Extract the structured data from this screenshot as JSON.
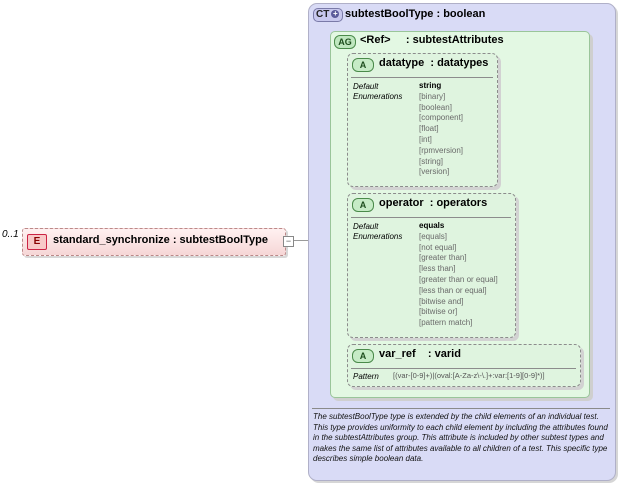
{
  "element": {
    "badge": "E",
    "name": "standard_synchronize : subtestBoolType",
    "occurrence": "0..1",
    "expander": "−"
  },
  "complex_type": {
    "badge": "CT",
    "title": "subtestBoolType : boolean"
  },
  "attribute_group": {
    "badge": "AG",
    "title": "<Ref>     : subtestAttributes"
  },
  "attributes": [
    {
      "badge": "A",
      "title": "datatype  : datatypes",
      "default_label": "Default",
      "default_value": "string",
      "enum_label": "Enumerations",
      "enumerations": [
        "[binary]",
        "[boolean]",
        "[component]",
        "[float]",
        "[int]",
        "[rpmversion]",
        "[string]",
        "[version]"
      ]
    },
    {
      "badge": "A",
      "title": "operator  : operators",
      "default_label": "Default",
      "default_value": "equals",
      "enum_label": "Enumerations",
      "enumerations": [
        "[equals]",
        "[not equal]",
        "[greater than]",
        "[less than]",
        "[greater than or equal]",
        "[less than or equal]",
        "[bitwise and]",
        "[bitwise or]",
        "[pattern match]"
      ]
    },
    {
      "badge": "A",
      "title": "var_ref    : varid",
      "pattern_label": "Pattern",
      "pattern_value": "[(var-[0-9]+)|(oval:[A-Za-z\\-\\.]+:var:[1-9][0-9]*)]"
    }
  ],
  "documentation": "The subtestBoolType type is extended by the child elements of an individual test.  This type provides uniformity to each child element by including the attributes found in the subtestAttributes group.  This attribute is included by other subtest types and makes the same list of attributes available to all children of a test.  This specific type describes simple boolean data."
}
